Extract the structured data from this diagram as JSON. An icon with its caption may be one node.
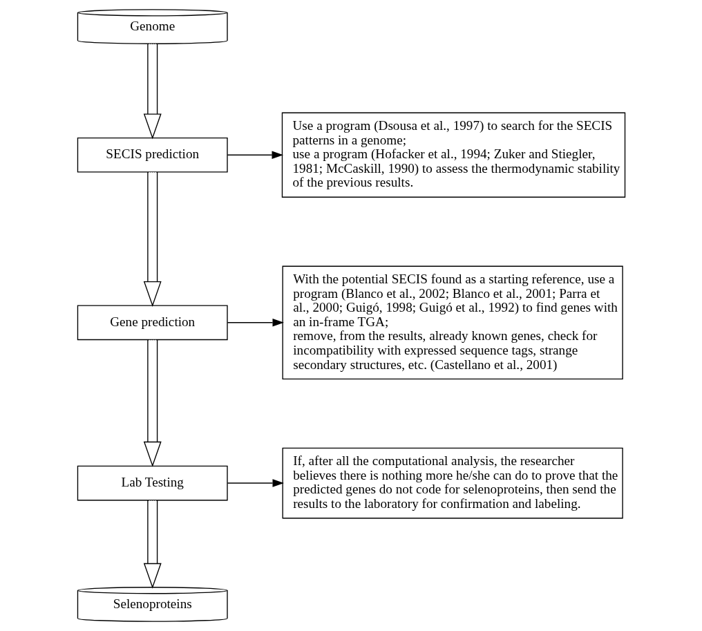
{
  "diagram": {
    "nodes": [
      {
        "text": [
          "Genome"
        ]
      },
      {
        "text": [
          "SECIS prediction"
        ]
      },
      {
        "text": [
          "Gene prediction"
        ]
      },
      {
        "text": [
          "Lab Testing"
        ]
      },
      {
        "text": [
          "Selenoproteins"
        ]
      },
      {
        "text": [
          "Use a program (Dsousa et al., 1997) to search for the SECIS patterns in a genome;",
          "use a program (Hofacker et al., 1994; Zuker and Stiegler, 1981; McCaskill, 1990) to assess the thermodynamic stability of the previous results."
        ]
      },
      {
        "text": [
          "With the potential SECIS found as a starting reference, use a program (Blanco et al., 2002; Blanco et al., 2001; Parra et al., 2000; Guigó, 1998; Guigó et al., 1992) to find genes with an in-frame TGA;",
          "remove, from the results, already known genes, check for incompatibility with expressed sequence tags, strange secondary structures, etc. (Castellano et al., 2001)"
        ]
      },
      {
        "text": [
          "If, after all the computational analysis, the researcher believes there is nothing more he/she can do to prove that the predicted genes do not code for selenoproteins, then send the results to the laboratory for confirmation and labeling."
        ]
      }
    ],
    "edges": [
      {
        "from": 0,
        "to": 1,
        "arrow": "to"
      },
      {
        "from": 1,
        "to": 2,
        "arrow": "to"
      },
      {
        "from": 2,
        "to": 3,
        "arrow": "to"
      },
      {
        "from": 3,
        "to": 4,
        "arrow": "to"
      },
      {
        "from": 1,
        "to": 5,
        "arrow": "to"
      },
      {
        "from": 2,
        "to": 6,
        "arrow": "to"
      },
      {
        "from": 3,
        "to": 7,
        "arrow": "to"
      }
    ]
  }
}
